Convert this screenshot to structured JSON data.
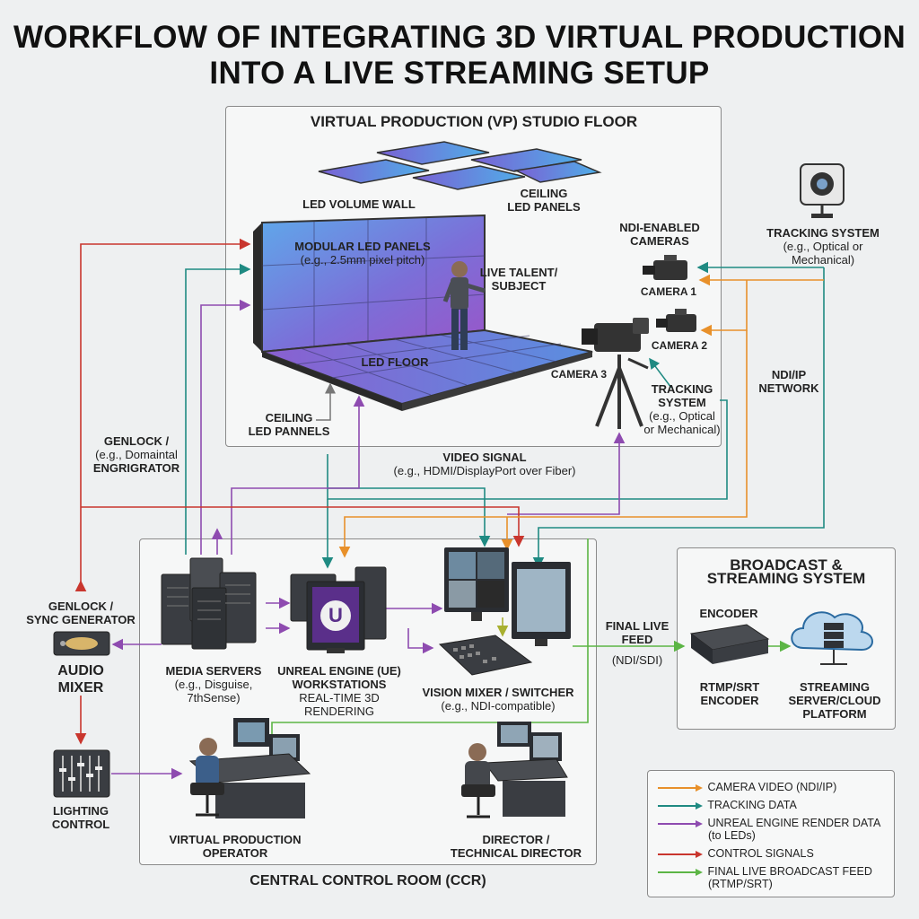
{
  "title_line1": "WORKFLOW OF INTEGRATING 3D VIRTUAL PRODUCTION",
  "title_line2": "INTO A LIVE STREAMING SETUP",
  "vp_floor": {
    "title": "VIRTUAL PRODUCTION (VP) STUDIO FLOOR",
    "led_wall": "LED VOLUME WALL",
    "ceiling_panels_top": [
      "CEILING",
      "LED PANELS"
    ],
    "modular_panels": [
      "MODULAR LED PANELS",
      "(e.g., 2.5mm pixel pitch)"
    ],
    "talent": [
      "LIVE TALENT/",
      "SUBJECT"
    ],
    "led_floor": "LED FLOOR",
    "ceiling_pannels_bottom": [
      "CEILING",
      "LED PANNELS"
    ],
    "ndi_cameras": [
      "NDI-ENABLED",
      "CAMERAS"
    ],
    "camera1": "CAMERA 1",
    "camera2": "CAMERA 2",
    "camera3": "CAMERA 3",
    "tracking_inner": [
      "TRACKING",
      "SYSTEM",
      "(e.g., Optical",
      "or Mechanical)"
    ]
  },
  "tracking_outer": [
    "TRACKING SYSTEM",
    "(e.g., Optical or",
    "Mechanical)"
  ],
  "ndi_network": [
    "NDI/IP",
    "NETWORK"
  ],
  "genlock_left": [
    "GENLOCK /",
    "(e.g., Domaintal",
    "ENGRIGRATOR"
  ],
  "video_signal": [
    "VIDEO SIGNAL",
    "(e.g., HDMI/DisplayPort over Fiber)"
  ],
  "ccr": {
    "title": "CENTRAL CONTROL ROOM (CCR)",
    "media_servers": [
      "MEDIA SERVERS",
      "(e.g., Disguise,",
      "7thSense)"
    ],
    "unreal": [
      "UNREAL ENGINE (UE)",
      "WORKSTATIONS",
      "REAL-TIME 3D",
      "RENDERING"
    ],
    "unreal_logo": "U",
    "vision_mixer": [
      "VISION MIXER / SWITCHER",
      "(e.g., NDI-compatible)"
    ],
    "vp_operator": [
      "VIRTUAL PRODUCTION",
      "OPERATOR"
    ],
    "director": [
      "DIRECTOR /",
      "TECHNICAL DIRECTOR"
    ]
  },
  "genlock_sync": [
    "GENLOCK /",
    "SYNC GENERATOR"
  ],
  "audio_mixer": [
    "AUDIO",
    "MIXER"
  ],
  "lighting_control": [
    "LIGHTING",
    "CONTROL"
  ],
  "final_feed": [
    "FINAL LIVE",
    "FEED",
    "(NDI/SDI)"
  ],
  "broadcast": {
    "title": [
      "BROADCAST &",
      "STREAMING SYSTEM"
    ],
    "encoder_top": "ENCODER",
    "encoder_bottom": [
      "RTMP/SRT",
      "ENCODER"
    ],
    "streaming": [
      "STREAMING",
      "SERVER/CLOUD",
      "PLATFORM"
    ]
  },
  "legend": [
    {
      "label": "CAMERA VIDEO (NDI/IP)",
      "color": "#e8902a"
    },
    {
      "label": "TRACKING DATA",
      "color": "#1f8a82"
    },
    {
      "label": "UNREAL ENGINE RENDER DATA",
      "sub": "(to LEDs)",
      "color": "#8e4bb0"
    },
    {
      "label": "CONTROL SIGNALS",
      "color": "#c9362e"
    },
    {
      "label": "FINAL LIVE BROADCAST FEED",
      "sub": "(RTMP/SRT)",
      "color": "#5cb545"
    }
  ],
  "colors": {
    "orange": "#e8902a",
    "teal": "#1f8a82",
    "purple": "#8e4bb0",
    "red": "#c9362e",
    "green": "#5cb545",
    "led_blue": "#5a8fe0",
    "led_purple": "#8a5fd0"
  }
}
